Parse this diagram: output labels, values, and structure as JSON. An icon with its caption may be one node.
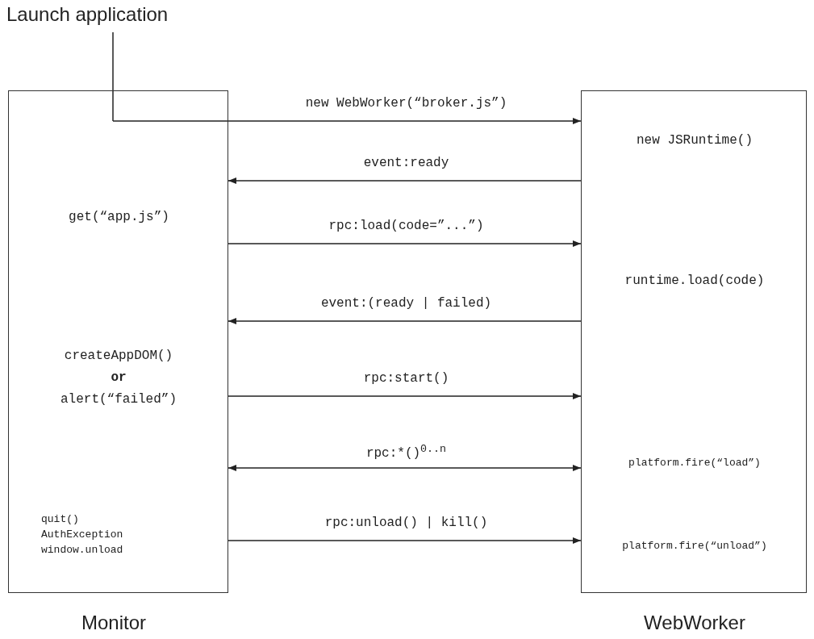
{
  "diagram": {
    "nodes": [
      {
        "text": [
          "Launch application"
        ]
      },
      {
        "text": [
          "get(“app.js”)",
          "createAppDOM() **or** alert(“failed”)",
          "quit() AuthException window.unload",
          "Monitor"
        ]
      },
      {
        "text": [
          "new JSRuntime()",
          "runtime.load(code)",
          "platform.fire(“load”)",
          "platform.fire(“unload”)",
          "WebWorker"
        ]
      }
    ],
    "edges": [
      {
        "from": 0,
        "to": 1,
        "arrow": "none"
      },
      {
        "from": 1,
        "to": 2,
        "arrow": "to",
        "label": "new WebWorker(“broker.js”)"
      },
      {
        "from": 2,
        "to": 1,
        "arrow": "to",
        "label": "event:ready"
      },
      {
        "from": 1,
        "to": 2,
        "arrow": "to",
        "label": "rpc:load(code=”...”)"
      },
      {
        "from": 2,
        "to": 1,
        "arrow": "to",
        "label": "event:(ready | failed)"
      },
      {
        "from": 1,
        "to": 2,
        "arrow": "to",
        "label": "rpc:start()"
      },
      {
        "from": 1,
        "to": 2,
        "arrow": "both",
        "label": "rpc:*()$^{0..n}$"
      },
      {
        "from": 1,
        "to": 2,
        "arrow": "to",
        "label": "rpc:unload() | kill()"
      }
    ]
  }
}
